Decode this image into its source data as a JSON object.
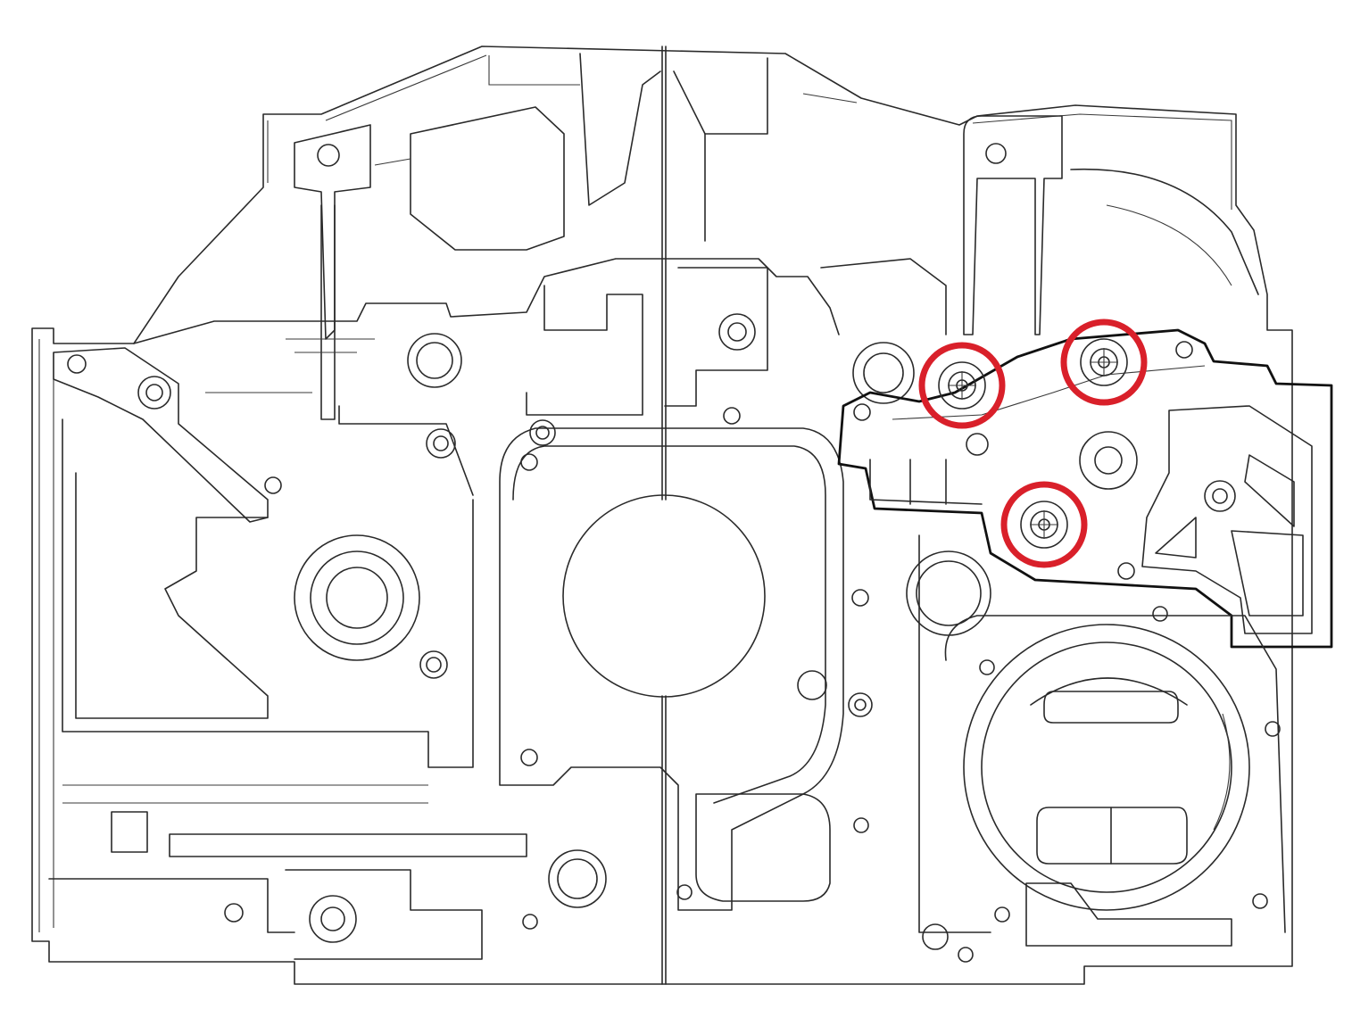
{
  "diagram": {
    "subject": "engine-block-front-view-line-drawing",
    "highlight_color": "#d9202a",
    "line_color": "#2a2a2a",
    "background_color": "#ffffff",
    "highlighted_bolts": [
      {
        "id": "bolt-upper-left"
      },
      {
        "id": "bolt-upper-right"
      },
      {
        "id": "bolt-lower"
      }
    ]
  }
}
